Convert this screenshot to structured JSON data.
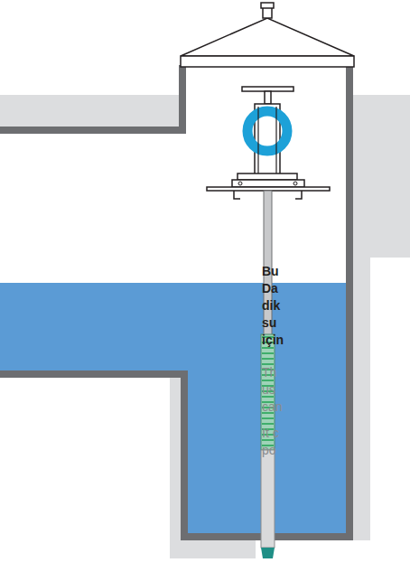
{
  "diagram": {
    "labels": [
      "Bu",
      "Da",
      "dik",
      "su",
      "için",
      "Th",
      "us",
      "can",
      "It c",
      "po"
    ]
  }
}
